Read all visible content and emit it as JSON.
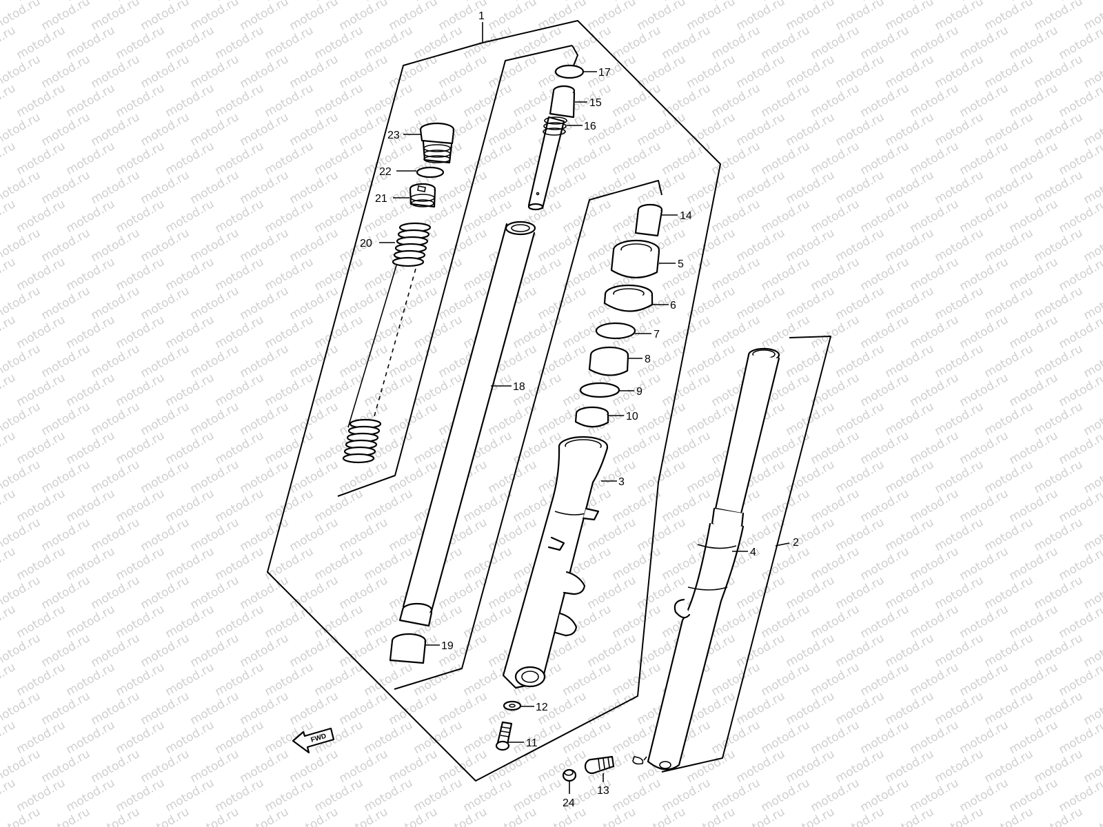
{
  "watermark": "motod.ru",
  "colors": {
    "line": "#000000",
    "background": "#ffffff",
    "watermark": "#cfcfcf"
  },
  "fwd_label": "FWD",
  "callouts": [
    {
      "id": "1",
      "label": "1"
    },
    {
      "id": "2",
      "label": "2"
    },
    {
      "id": "3",
      "label": "3"
    },
    {
      "id": "4",
      "label": "4"
    },
    {
      "id": "5",
      "label": "5"
    },
    {
      "id": "6",
      "label": "6"
    },
    {
      "id": "7",
      "label": "7"
    },
    {
      "id": "8",
      "label": "8"
    },
    {
      "id": "9",
      "label": "9"
    },
    {
      "id": "10",
      "label": "10"
    },
    {
      "id": "11",
      "label": "11"
    },
    {
      "id": "12",
      "label": "12"
    },
    {
      "id": "13",
      "label": "13"
    },
    {
      "id": "14",
      "label": "14"
    },
    {
      "id": "15",
      "label": "15"
    },
    {
      "id": "16",
      "label": "16"
    },
    {
      "id": "17",
      "label": "17"
    },
    {
      "id": "18",
      "label": "18"
    },
    {
      "id": "19",
      "label": "19"
    },
    {
      "id": "20",
      "label": "20"
    },
    {
      "id": "21",
      "label": "21"
    },
    {
      "id": "22",
      "label": "22"
    },
    {
      "id": "23",
      "label": "23"
    },
    {
      "id": "24",
      "label": "24"
    }
  ]
}
